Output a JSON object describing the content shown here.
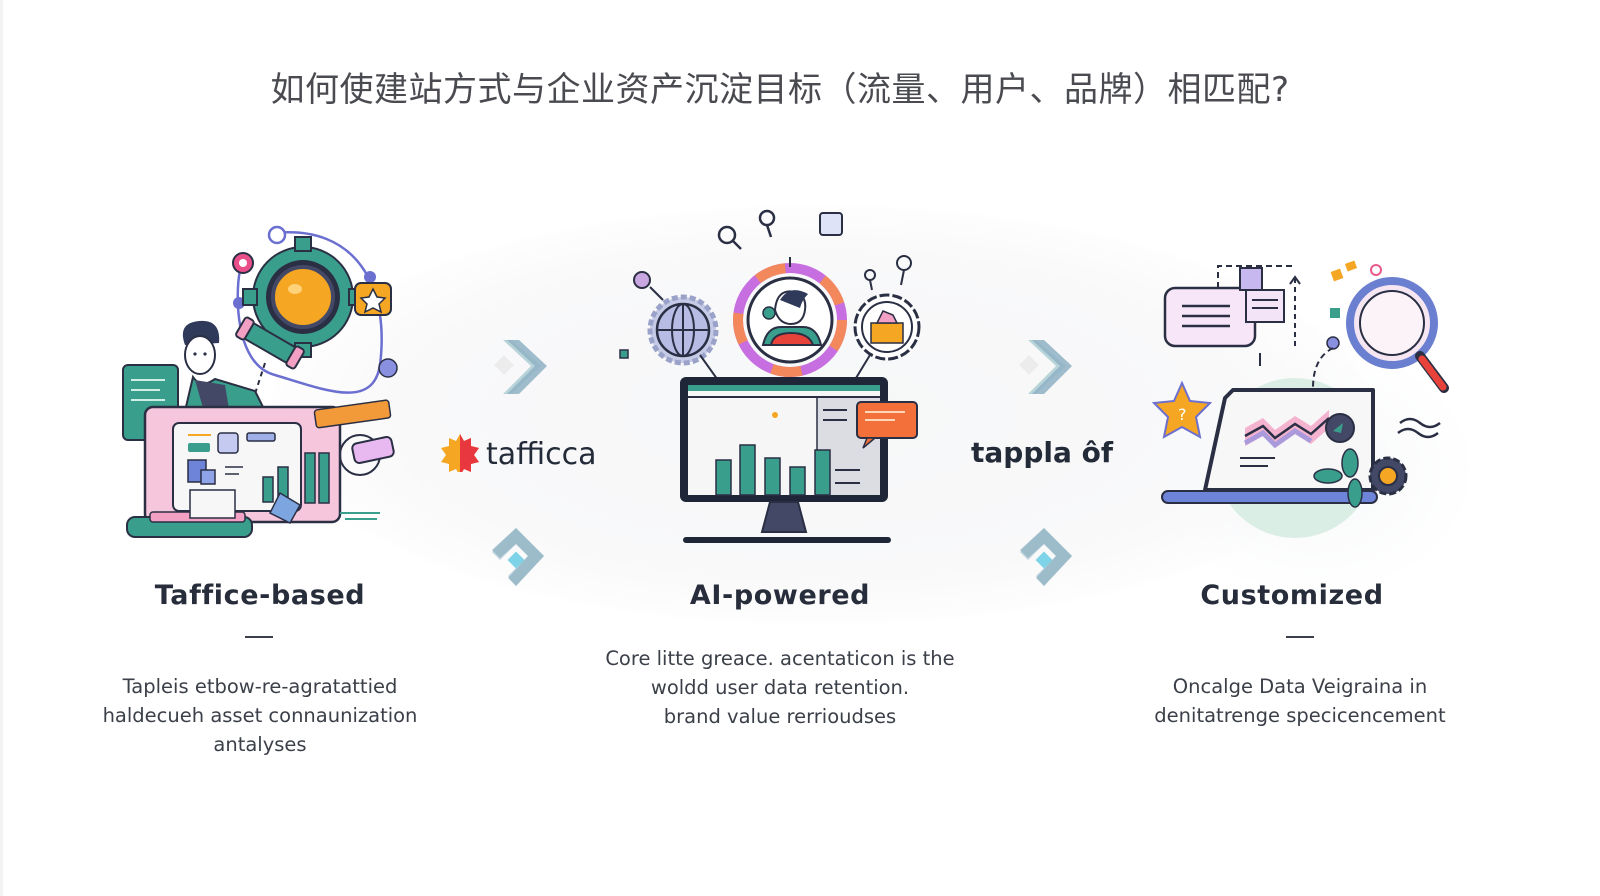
{
  "title": "如何使建站方式与企业资产沉淀目标（流量、用户、品牌）相匹配?",
  "columns": [
    {
      "heading": "Taffice-based",
      "illustration": "person-with-dashboard-and-gear-illustration",
      "description": [
        "Tapleis etbow-re-agratattied",
        "haldecueh asset connaunization",
        "antalyses"
      ]
    },
    {
      "heading": "AI-powered",
      "illustration": "monitor-with-bar-chart-and-network-illustration",
      "description": [
        "Core litte greace. acentaticon is the",
        "woldd user data retention.",
        "brand value rerrioudses"
      ]
    },
    {
      "heading": "Customized",
      "illustration": "laptop-with-analytics-and-magnifier-illustration",
      "description": [
        "Oncalge Data Veigraina in",
        "denitatrenge specicencement"
      ]
    }
  ],
  "connectors": [
    {
      "label": "tafficca",
      "logo": "red-orange-starburst-logo",
      "arrows": [
        "chevron-right-icon",
        "chevron-corner-icon"
      ]
    },
    {
      "label": "tappla ôf",
      "arrows": [
        "chevron-right-icon",
        "chevron-corner-icon"
      ]
    }
  ],
  "colors": {
    "teal": "#3a9e8c",
    "navy": "#232a3d",
    "orange": "#f5a623",
    "pink": "#f2b8d8",
    "lavender": "#b9c0ec",
    "red": "#e8433a",
    "chevron": "#a9c6cf"
  }
}
